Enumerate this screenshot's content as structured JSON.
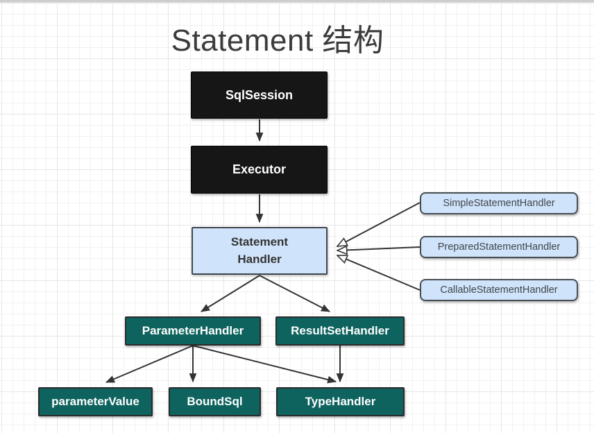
{
  "title": "Statement 结构",
  "nodes": {
    "sqlSession": {
      "label": "SqlSession"
    },
    "executor": {
      "label": "Executor"
    },
    "statementHandler": {
      "line1": "Statement",
      "line2": "Handler"
    },
    "simpleStatementHandler": {
      "label": "SimpleStatementHandler"
    },
    "preparedStatementHandler": {
      "label": "PreparedStatementHandler"
    },
    "callableStatementHandler": {
      "label": "CallableStatementHandler"
    },
    "parameterHandler": {
      "label": "ParameterHandler"
    },
    "resultSetHandler": {
      "label": "ResultSetHandler"
    },
    "parameterValue": {
      "label": "parameterValue"
    },
    "boundSql": {
      "label": "BoundSql"
    },
    "typeHandler": {
      "label": "TypeHandler"
    }
  },
  "edges": [
    {
      "from": "SqlSession",
      "to": "Executor",
      "type": "arrow"
    },
    {
      "from": "Executor",
      "to": "StatementHandler",
      "type": "arrow"
    },
    {
      "from": "StatementHandler",
      "to": "ParameterHandler",
      "type": "arrow"
    },
    {
      "from": "StatementHandler",
      "to": "ResultSetHandler",
      "type": "arrow"
    },
    {
      "from": "ParameterHandler",
      "to": "parameterValue",
      "type": "arrow"
    },
    {
      "from": "ParameterHandler",
      "to": "BoundSql",
      "type": "arrow"
    },
    {
      "from": "ParameterHandler",
      "to": "TypeHandler",
      "type": "arrow"
    },
    {
      "from": "ResultSetHandler",
      "to": "TypeHandler",
      "type": "arrow"
    },
    {
      "from": "SimpleStatementHandler",
      "to": "StatementHandler",
      "type": "inheritance"
    },
    {
      "from": "PreparedStatementHandler",
      "to": "StatementHandler",
      "type": "inheritance"
    },
    {
      "from": "CallableStatementHandler",
      "to": "StatementHandler",
      "type": "inheritance"
    }
  ],
  "colors": {
    "node_dark": "#161616",
    "node_blue": "#cfe3fa",
    "node_teal": "#0e635e",
    "arrow": "#333333",
    "title_text": "#3b3b3b"
  }
}
